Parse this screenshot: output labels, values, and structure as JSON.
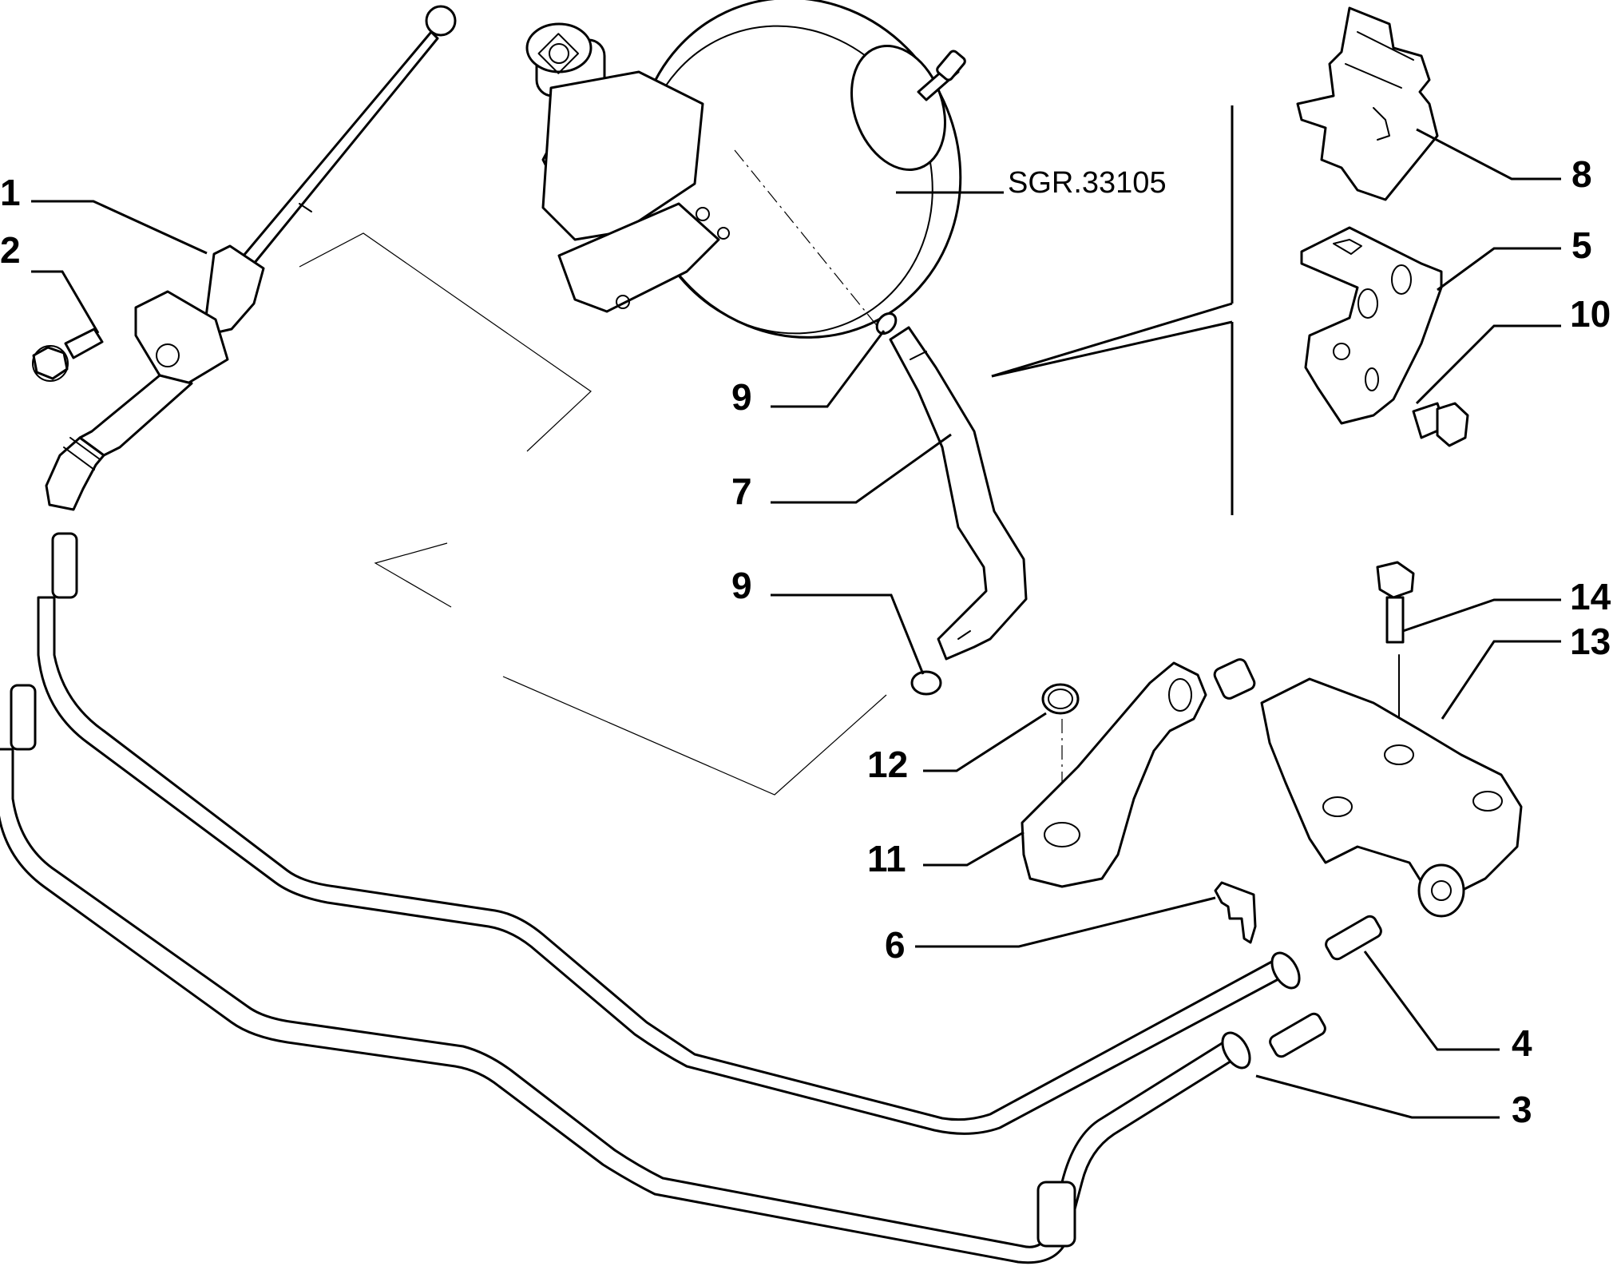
{
  "diagram": {
    "title": "Clutch hydraulic control – exploded parts view",
    "reference_label": "SGR.33105",
    "callouts": [
      {
        "id": "c1",
        "label": "1",
        "part": "clutch-master-cylinder"
      },
      {
        "id": "c2",
        "label": "2",
        "part": "flange-bolt"
      },
      {
        "id": "c8",
        "label": "8",
        "part": "pipe-retaining-clip"
      },
      {
        "id": "c5",
        "label": "5",
        "part": "pipe-bracket"
      },
      {
        "id": "c10",
        "label": "10",
        "part": "hex-bolt"
      },
      {
        "id": "c9a",
        "label": "9",
        "part": "hose-clamp-upper"
      },
      {
        "id": "c7",
        "label": "7",
        "part": "reservoir-feed-hose"
      },
      {
        "id": "c9b",
        "label": "9",
        "part": "hose-clamp-lower"
      },
      {
        "id": "c14",
        "label": "14",
        "part": "slave-cylinder-bolt"
      },
      {
        "id": "c13",
        "label": "13",
        "part": "clutch-slave-cylinder"
      },
      {
        "id": "c12",
        "label": "12",
        "part": "retaining-ring"
      },
      {
        "id": "c11",
        "label": "11",
        "part": "release-lever"
      },
      {
        "id": "c6",
        "label": "6",
        "part": "pipe-fork-clip"
      },
      {
        "id": "c4",
        "label": "4",
        "part": "hydraulic-pipe-upper"
      },
      {
        "id": "c3",
        "label": "3",
        "part": "hydraulic-pipe-lower"
      }
    ]
  }
}
